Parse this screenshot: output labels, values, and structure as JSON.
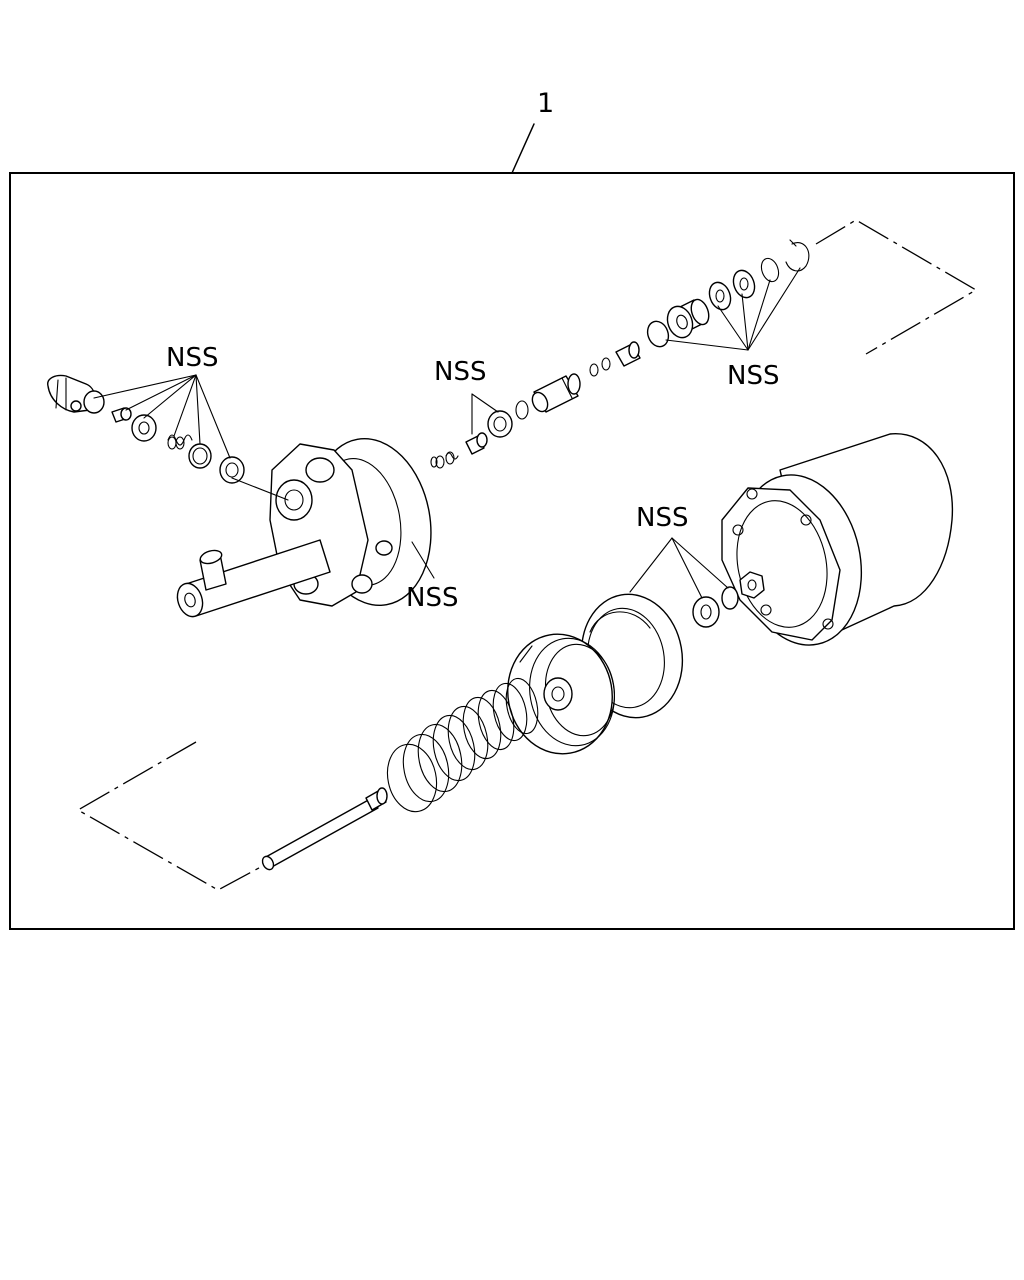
{
  "callout_number": "1",
  "labels": {
    "nss_left": "NSS",
    "nss_center_top": "NSS",
    "nss_right_top": "NSS",
    "nss_body": "NSS",
    "nss_right_mid": "NSS"
  }
}
